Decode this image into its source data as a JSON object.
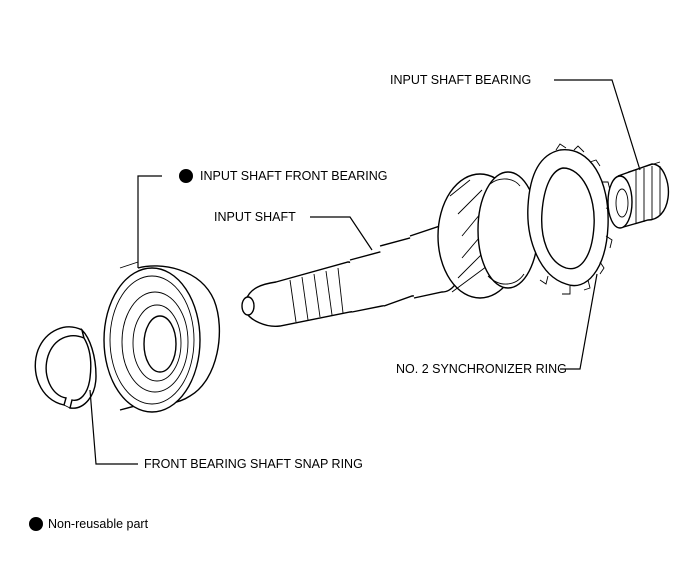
{
  "labels": {
    "input_shaft_bearing": "INPUT SHAFT BEARING",
    "input_shaft_front_bearing": "INPUT SHAFT FRONT BEARING",
    "input_shaft": "INPUT SHAFT",
    "no2_synchronizer_ring": "NO. 2 SYNCHRONIZER RING",
    "front_bearing_shaft_snap_ring": "FRONT BEARING SHAFT SNAP RING"
  },
  "legend": {
    "non_reusable": "Non-reusable part"
  },
  "colors": {
    "ink": "#000000",
    "background": "#ffffff"
  }
}
